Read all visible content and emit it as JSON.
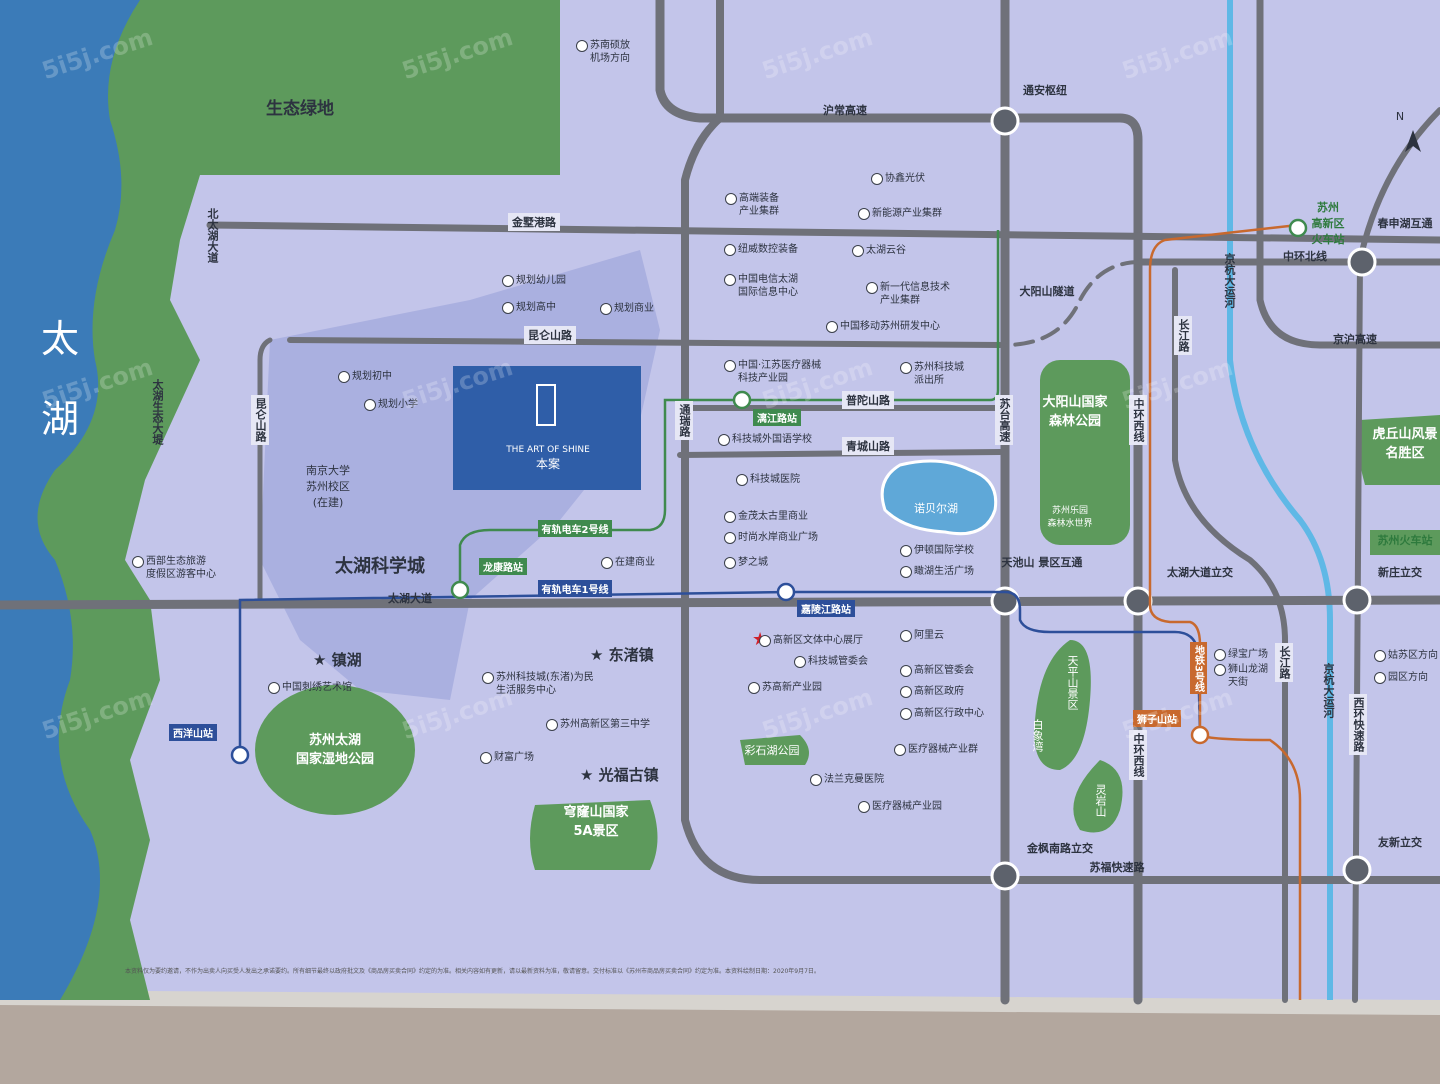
{
  "colors": {
    "lake": "#3b7bb8",
    "green": "#5d9a5c",
    "map_bg": "#c3c5ea",
    "road": "#6f7179",
    "tram_line": "#3f8a4e",
    "tram_line1": "#2d4f9a",
    "metro3": "#c8692e",
    "canal": "#5fb8e6",
    "project": "#2f5ea8"
  },
  "lake_labels": [
    "太",
    "湖"
  ],
  "green_areas": {
    "eco_green": "生态绿地",
    "wetland": "苏州太湖\n国家湿地公园",
    "qionglong": "穹窿山国家\n5A景区",
    "dayangshan": "大阳山国家\n森林公园",
    "amusement": "苏州乐园\n森林水世界",
    "huqiu": "虎丘山风景\n名胜区",
    "tianping": "天平山景区",
    "lingyan": "灵岩山",
    "baimawan": "白象湾"
  },
  "project": {
    "name_en": "THE ART OF SHINE",
    "name_cn": "本案"
  },
  "zones": {
    "science_city": "太湖科学城",
    "nanjing_univ": "南京大学\n苏州校区\n(在建)",
    "nobel_lake": "诺贝尔湖",
    "caishi_park": "彩石湖公园"
  },
  "roads": {
    "huchang": "沪常高速",
    "jinshu": "金墅港路",
    "kunlunshan": "昆仑山路",
    "putuoshan": "普陀山路",
    "qingchengshan": "青城山路",
    "taihu_ave": "太湖大道",
    "taihu_north": "北太湖大道",
    "taihu_eco": "太湖生态大堤",
    "kunlunshan_v": "昆仑山路",
    "tongjin": "通瑞路",
    "sutai": "苏台高速",
    "zhonghuan_w": "中环西线",
    "zhonghuan_w2": "中环西线",
    "zhonghuan_n": "中环北线",
    "huning": "京沪高速",
    "changjiang": "长江路",
    "changjiang2": "长江路",
    "jinghang": "京杭大运河",
    "jinghang2": "京杭大运河",
    "xihuan": "西环快速路",
    "sufu": "苏福快速路",
    "dayangshan_tunnel": "大阳山隧道",
    "chunshen": "春申湖互通",
    "tongan": "通安枢纽",
    "taihu_interchange": "太湖大道立交",
    "xinzhuang": "新庄立交",
    "jinfeng": "金枫南路立交",
    "youxin": "友新立交",
    "tianchi": "天池山\n景区互通"
  },
  "transit": {
    "tram2": "有轨电车2号线",
    "tram1": "有轨电车1号线",
    "metro3": "地铁3号线",
    "stations": {
      "longkang": "龙康路站",
      "zhejiang": "漓江路站",
      "jialingjiang": "嘉陵江路站",
      "xiyangshan": "西洋山站",
      "shizishan": "狮子山站"
    },
    "suzhou_xinqu_rail": "苏州\n高新区\n火车站",
    "suzhou_rail": "苏州火车站"
  },
  "towns": {
    "zhenhu": "镇湖",
    "dongzhu": "东渚镇",
    "guangfu": "光福古镇"
  },
  "poi": {
    "gaoduan": "高端装备\n产业集群",
    "xiexin": "协鑫光伏",
    "newenergy": "新能源产业集群",
    "niuwei": "纽威数控装备",
    "taihuyun": "太湖云谷",
    "telecom": "中国电信太湖\n国际信息中心",
    "nextgen": "新一代信息技术\n产业集群",
    "mobile": "中国移动苏州研发中心",
    "kindergarten": "规划幼儿园",
    "highschool": "规划高中",
    "commercial_plan": "规划商业",
    "junior": "规划初中",
    "primary": "规划小学",
    "medical_park": "中国·江苏医疗器械\n科技产业园",
    "police": "苏州科技城\n派出所",
    "foreign_school": "科技城外国语学校",
    "hospital": "科技城医院",
    "jinmao": "金茂太古里商业",
    "shishang": "时尚水岸商业广场",
    "mengzhicheng": "梦之城",
    "zaijian_shangye": "在建商业",
    "yidun": "伊顿国际学校",
    "milan": "瞰湖生活广场",
    "xibu_center": "西部生态旅游\n度假区游客中心",
    "embroidery": "中国刺绣艺术馆",
    "kejicheng_service": "苏州科技城(东渚)为民\n生活服务中心",
    "no3middle": "苏州高新区第三中学",
    "caifu": "财富广场",
    "wenti": "高新区文体中心展厅",
    "guanwei": "科技城管委会",
    "sgx_industrial": "苏高新产业园",
    "alibaba": "阿里云",
    "gxq_committee": "高新区管委会",
    "gxq_gov": "高新区政府",
    "gxq_admin": "高新区行政中心",
    "medical_cluster": "医疗器械产业群",
    "falanke": "法兰克曼医院",
    "medical_park2": "医疗器械产业园",
    "lvbao": "绿宝广场",
    "shishan": "狮山龙湖\n天街",
    "gusu": "姑苏区方向",
    "yuanqu": "园区方向",
    "airport": "苏南硕放\n机场方向"
  },
  "compass": "N",
  "disclaimer": "本资料仅为要约邀请，不作为出卖人向买受人发出之承诺要约。所有细节最终以政府批文及《商品房买卖合同》约定的为准。相关内容如有更新，请以最新资料为准，敬请留意。交付标准以《苏州市商品房买卖合同》约定为准。本资料绘制日期：2020年9月7日。",
  "watermark": "5i5j.com"
}
